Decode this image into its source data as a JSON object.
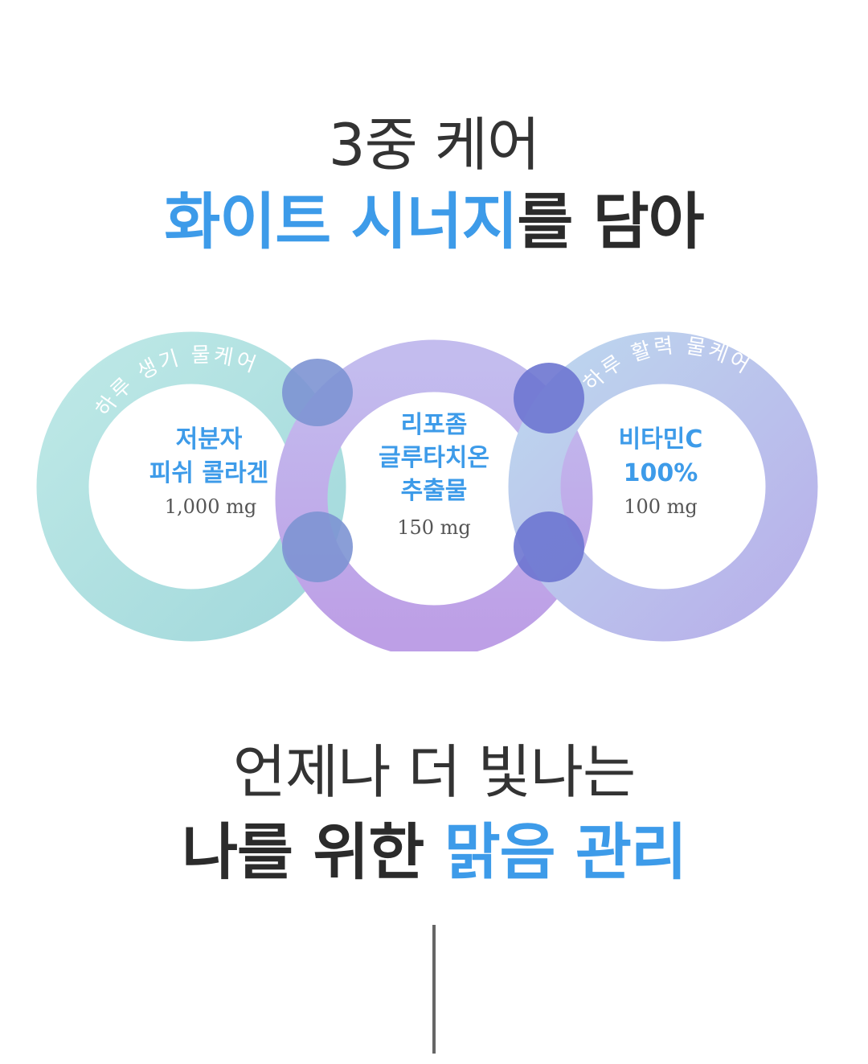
{
  "top_heading": {
    "line1": "3중 케어",
    "line2_highlight": "화이트 시너지",
    "line2_rest": "를 담아"
  },
  "rings": [
    {
      "arc_label": "하루 생기 물케어",
      "name_lines": [
        "저분자",
        "피쉬 콜라겐"
      ],
      "amount": "1,000 mg",
      "color": "#a9dedd"
    },
    {
      "arc_label": "",
      "name_lines": [
        "리포좀",
        "글루타치온",
        "추출물"
      ],
      "amount": "150 mg",
      "color": "#b7a6ea"
    },
    {
      "arc_label": "하루 활력 물케어",
      "name_lines": [
        "비타민C",
        "100%"
      ],
      "amount": "100 mg",
      "color": "#b4c0ea"
    }
  ],
  "bottom_heading": {
    "line1": "언제나 더 빛나는",
    "line2_rest": "나를 위한 ",
    "line2_highlight": "맑음 관리"
  },
  "colors": {
    "accent_blue": "#3d9be9",
    "dark_text": "#2b2b2b",
    "overlap_left": "#7d93d3",
    "overlap_right": "#6d76d0"
  }
}
